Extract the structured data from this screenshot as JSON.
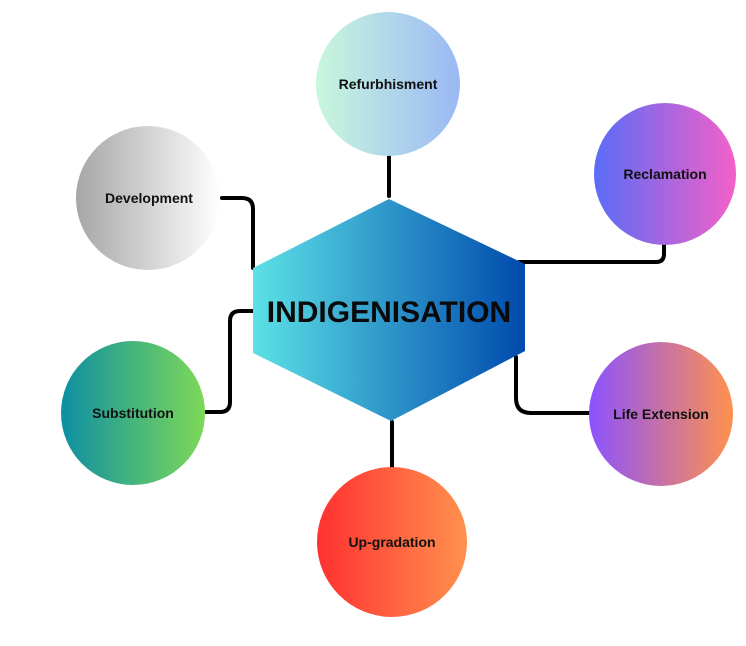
{
  "center": {
    "label": "INDIGENISATION",
    "gradient": [
      "#5ce1e6",
      "#004aad"
    ]
  },
  "nodes": [
    {
      "id": "refurbhisment",
      "label": "Refurbhisment",
      "gradient": [
        "#c9f7dd",
        "#9ab8f5"
      ]
    },
    {
      "id": "reclamation",
      "label": "Reclamation",
      "gradient": [
        "#5a6cf7",
        "#f460c8"
      ]
    },
    {
      "id": "development",
      "label": "Development",
      "gradient": [
        "#a6a6a6",
        "#ffffff"
      ]
    },
    {
      "id": "substitution",
      "label": "Substitution",
      "gradient": [
        "#0d8fa3",
        "#7ed957"
      ]
    },
    {
      "id": "life-extension",
      "label": "Life Extension",
      "gradient": [
        "#8c52ff",
        "#ff914d"
      ]
    },
    {
      "id": "up-gradation",
      "label": "Up-gradation",
      "gradient": [
        "#ff3131",
        "#ff914d"
      ]
    }
  ]
}
